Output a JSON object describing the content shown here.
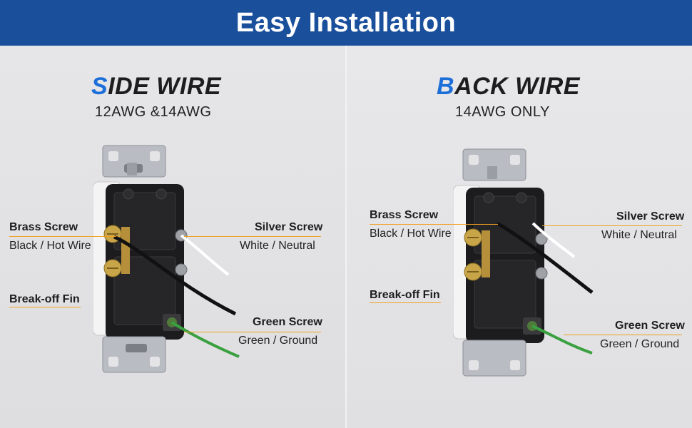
{
  "banner": {
    "title": "Easy Installation"
  },
  "side_wire": {
    "heading_accent": "S",
    "heading_rest": "IDE WIRE",
    "subheading": "12AWG &14AWG",
    "brass_screw_title": "Brass Screw",
    "brass_screw_desc": "Black / Hot Wire",
    "breakoff_fin": "Break-off Fin",
    "silver_screw_title": "Silver Screw",
    "silver_screw_desc": "White / Neutral",
    "green_screw_title": "Green Screw",
    "green_screw_desc": "Green / Ground"
  },
  "back_wire": {
    "heading_accent": "B",
    "heading_rest": "ACK WIRE",
    "subheading": "14AWG ONLY",
    "brass_screw_title": "Brass Screw",
    "brass_screw_desc": "Black / Hot Wire",
    "breakoff_fin": "Break-off Fin",
    "silver_screw_title": "Silver Screw",
    "silver_screw_desc": "White / Neutral",
    "green_screw_title": "Green Screw",
    "green_screw_desc": "Green / Ground"
  },
  "colors": {
    "banner": "#1a4f9c",
    "accent": "#1c6fd8",
    "callout": "#f0a020",
    "ground_wire": "#3aa040"
  }
}
